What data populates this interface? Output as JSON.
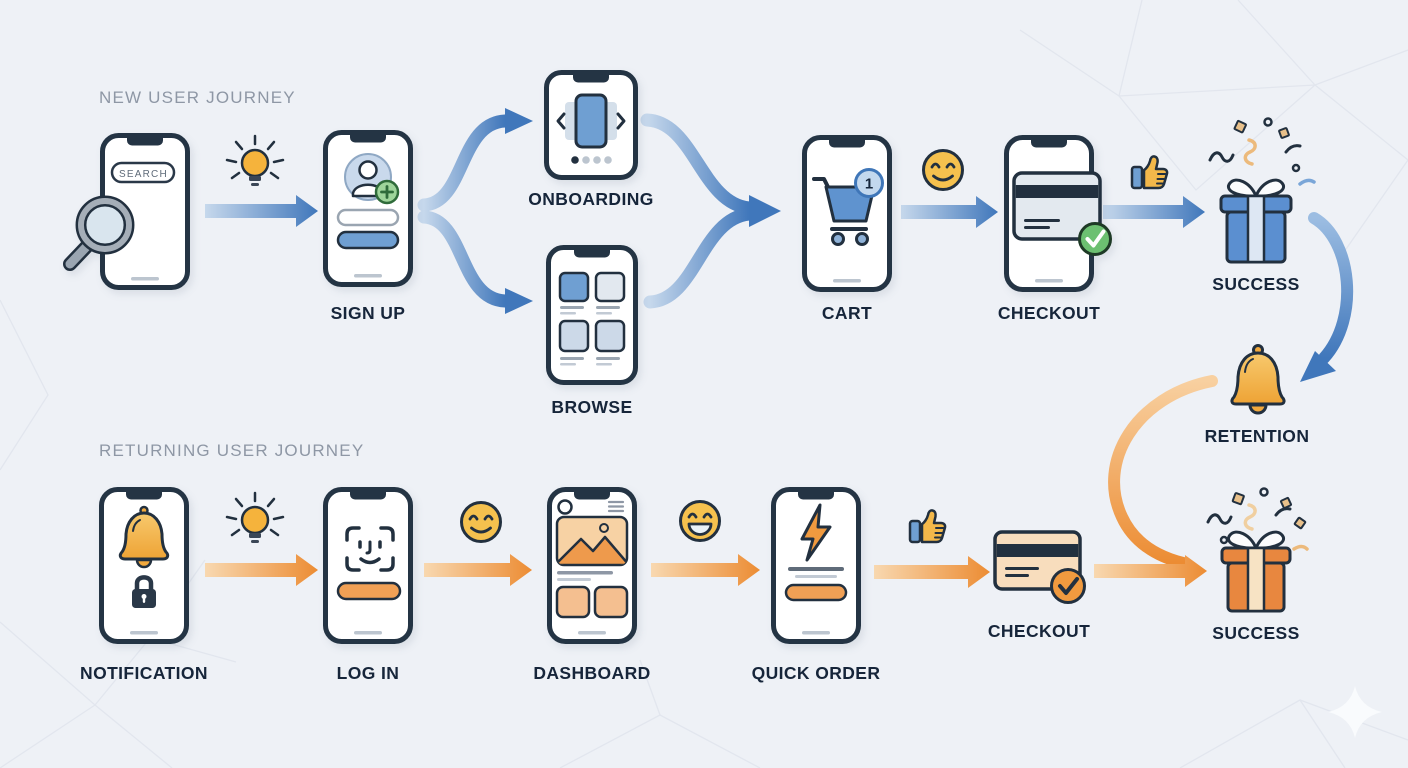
{
  "colors": {
    "background": "#eef1f6",
    "phone_outline": "#243444",
    "blue_accent": "#4077bb",
    "blue_fill": "#6f9fd2",
    "orange_accent": "#ec8c33",
    "orange_fill": "#f0a055",
    "green_success": "#6cc071",
    "emoji_yellow": "#f5c14e",
    "bell_orange": "#f2a93d",
    "muted_title": "#8e97a5",
    "label_text": "#16253a"
  },
  "new_user_journey": {
    "title": "NEW USER JOURNEY",
    "steps": {
      "search": {
        "icon": "magnifier-icon",
        "search_field_text": "SEARCH"
      },
      "sign_up": {
        "label": "SIGN UP",
        "icon": "user-add-icon"
      },
      "onboarding": {
        "label": "ONBOARDING",
        "icon": "carousel-icon"
      },
      "browse": {
        "label": "BROWSE",
        "icon": "product-grid-icon"
      },
      "cart": {
        "label": "CART",
        "icon": "cart-icon",
        "badge_count": "1"
      },
      "checkout": {
        "label": "CHECKOUT",
        "icon": "credit-card-check-icon"
      },
      "success": {
        "label": "SUCCESS",
        "icon": "gift-confetti-icon"
      },
      "retention": {
        "label": "RETENTION",
        "icon": "bell-icon"
      }
    },
    "connector_icons": [
      "lightbulb-icon",
      "smiley-icon",
      "thumbs-up-icon"
    ],
    "edges": [
      "search -> sign_up",
      "sign_up -> onboarding",
      "sign_up -> browse",
      "onboarding -> cart",
      "browse -> cart",
      "cart -> checkout",
      "checkout -> success",
      "success -> retention"
    ]
  },
  "returning_user_journey": {
    "title": "RETURNING USER JOURNEY",
    "steps": {
      "notification": {
        "label": "NOTIFICATION",
        "icon": "bell-lock-icon"
      },
      "log_in": {
        "label": "LOG IN",
        "icon": "face-id-icon"
      },
      "dashboard": {
        "label": "DASHBOARD",
        "icon": "dashboard-feed-icon"
      },
      "quick_order": {
        "label": "QUICK ORDER",
        "icon": "lightning-icon"
      },
      "checkout": {
        "label": "CHECKOUT",
        "icon": "credit-card-check-icon"
      },
      "success": {
        "label": "SUCCESS",
        "icon": "gift-confetti-icon"
      }
    },
    "connector_icons": [
      "lightbulb-icon",
      "smiley-icon",
      "grin-icon",
      "thumbs-up-icon"
    ],
    "edges": [
      "notification -> log_in",
      "log_in -> dashboard",
      "dashboard -> quick_order",
      "quick_order -> checkout",
      "checkout -> success",
      "retention -> success"
    ]
  }
}
